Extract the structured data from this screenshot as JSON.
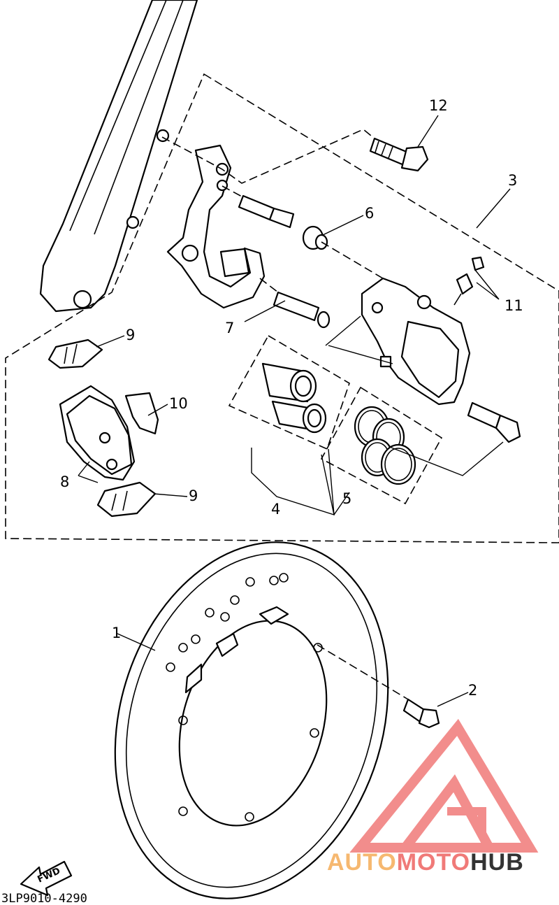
{
  "callouts": {
    "c1": "1",
    "c2": "2",
    "c3": "3",
    "c4": "4",
    "c5": "5",
    "c6": "6",
    "c7": "7",
    "c8": "8",
    "c9a": "9",
    "c9b": "9",
    "c10": "10",
    "c11": "11",
    "c12": "12"
  },
  "direction_tag": "FWD",
  "diagram_code": "3LP9010-4290",
  "watermark": {
    "part1": "AUTO",
    "part2": "MOTO",
    "part3": "HUB",
    "color_light": "#f6b870",
    "color_main": "#f07a78",
    "color_dark": "#333333"
  }
}
